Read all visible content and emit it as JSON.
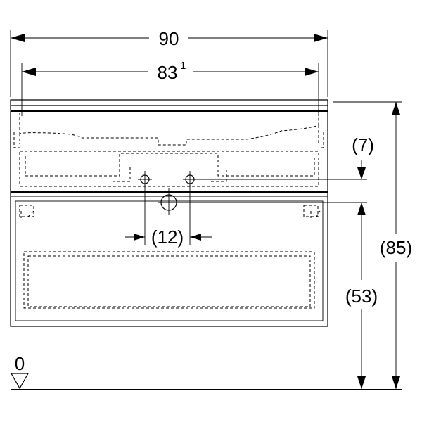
{
  "dimensions": {
    "overall_width": "90",
    "inner_width": "83",
    "inner_width_footnote": "1",
    "drain_offset": "(7)",
    "pipe_spacing": "(12)",
    "total_height": "(85)",
    "drain_height": "(53)",
    "floor_level": "0"
  }
}
